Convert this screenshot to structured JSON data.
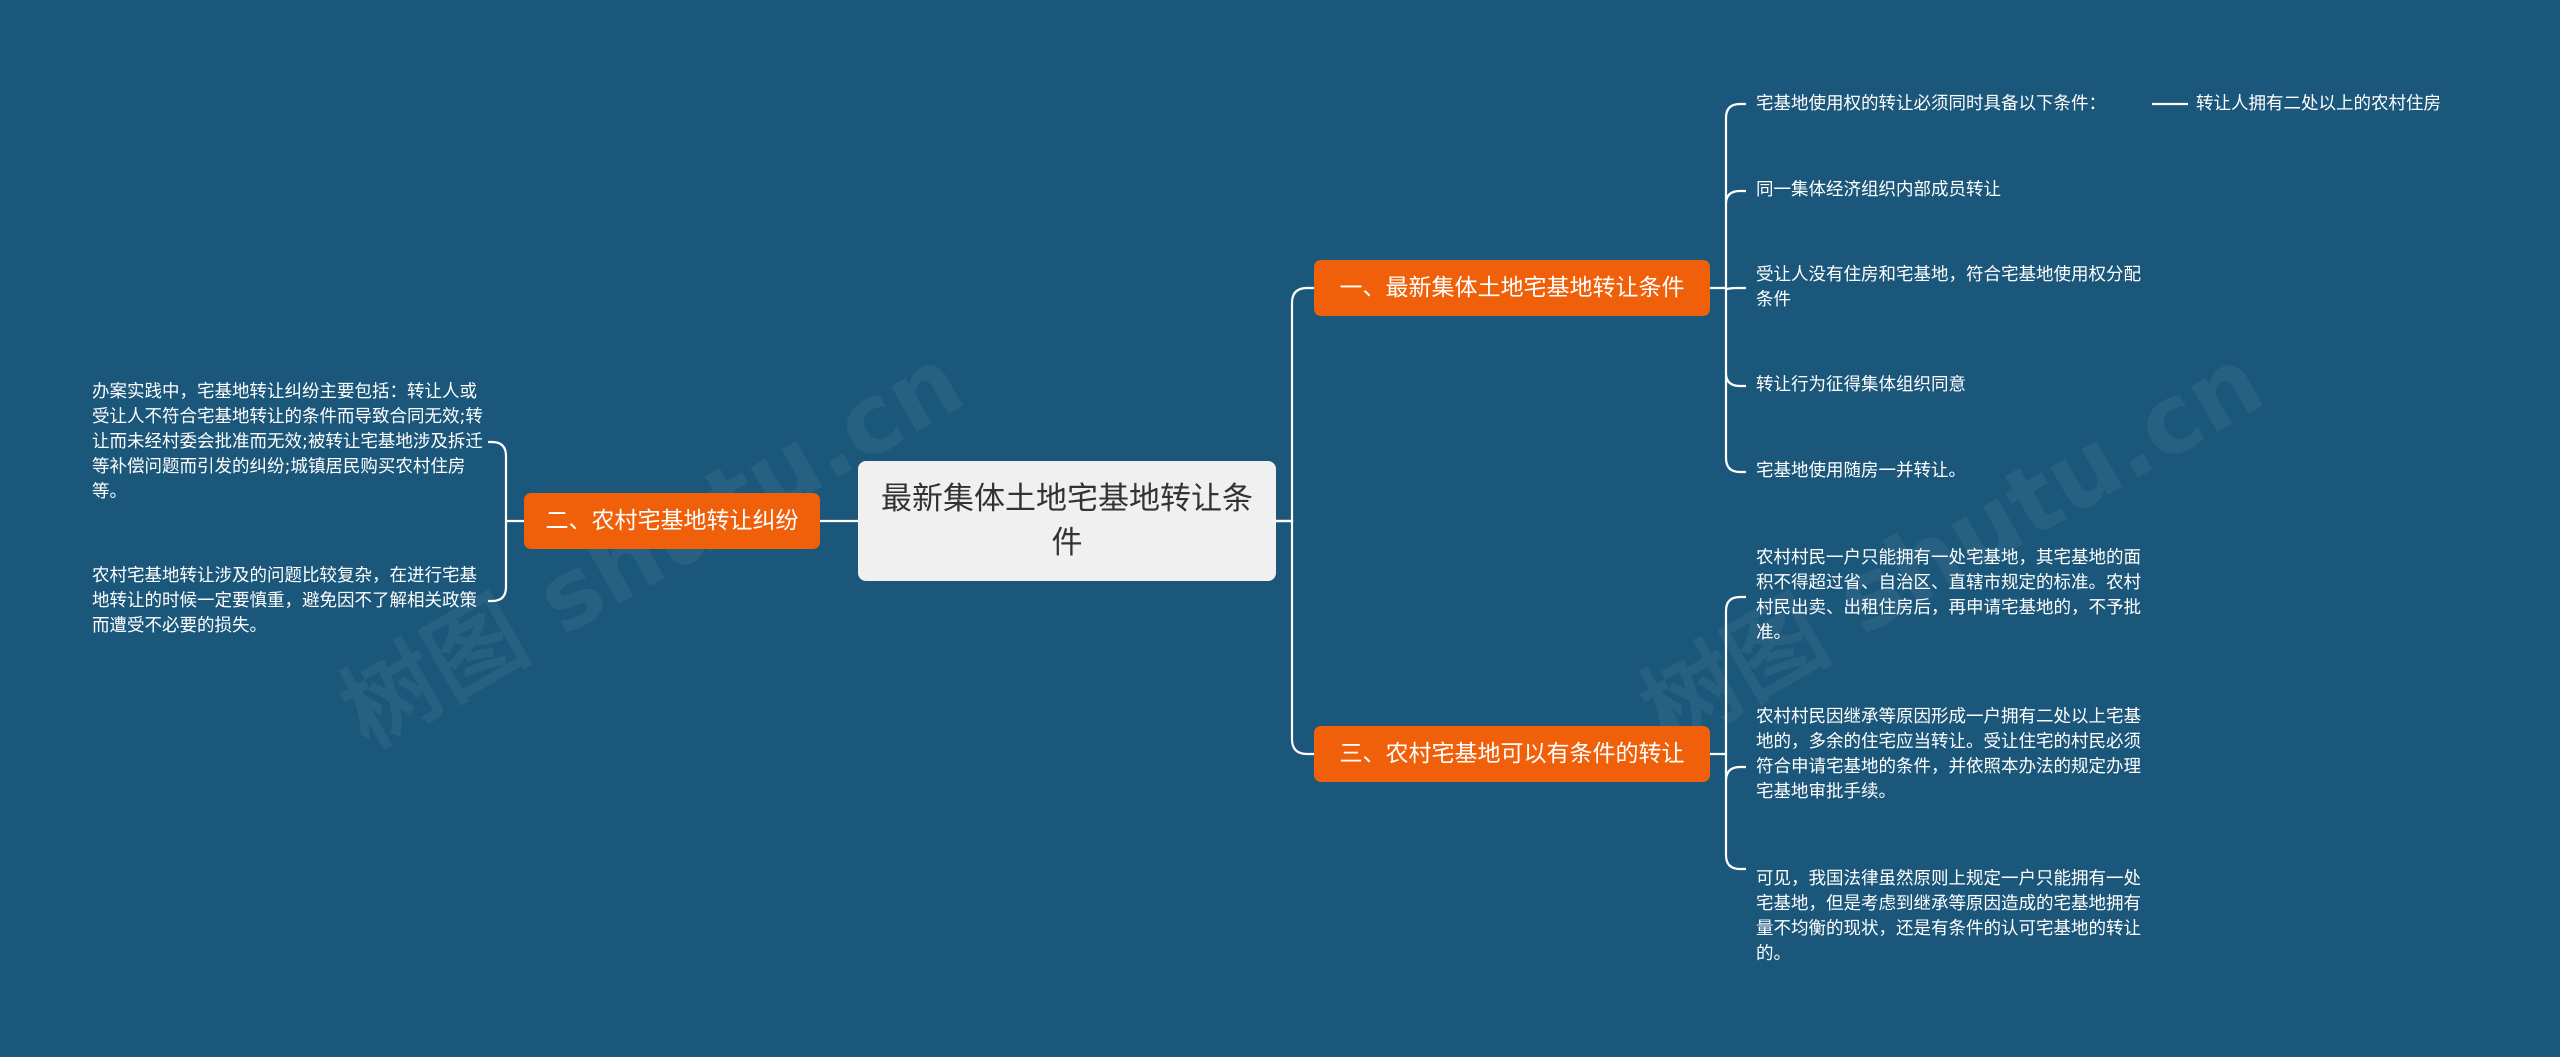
{
  "root": {
    "title": "最新集体土地宅基地转让条件"
  },
  "branches": [
    {
      "label": "一、最新集体土地宅基地转让条件",
      "leaves": [
        "宅基地使用权的转让必须同时具备以下条件：",
        "同一集体经济组织内部成员转让",
        "受让人没有住房和宅基地，符合宅基地使用权分配条件",
        "转让行为征得集体组织同意",
        "宅基地使用随房一并转让。"
      ],
      "subleaf": "转让人拥有二处以上的农村住房"
    },
    {
      "label": "二、农村宅基地转让纠纷",
      "leaves": [
        "办案实践中，宅基地转让纠纷主要包括：转让人或受让人不符合宅基地转让的条件而导致合同无效;转让而未经村委会批准而无效;被转让宅基地涉及拆迁等补偿问题而引发的纠纷;城镇居民购买农村住房等。",
        "农村宅基地转让涉及的问题比较复杂，在进行宅基地转让的时候一定要慎重，避免因不了解相关政策而遭受不必要的损失。"
      ]
    },
    {
      "label": "三、农村宅基地可以有条件的转让",
      "leaves": [
        "农村村民一户只能拥有一处宅基地，其宅基地的面积不得超过省、自治区、直辖市规定的标准。农村村民出卖、出租住房后，再申请宅基地的，不予批准。",
        "农村村民因继承等原因形成一户拥有二处以上宅基地的，多余的住宅应当转让。受让住宅的村民必须符合申请宅基地的条件，并依照本办法的规定办理宅基地审批手续。",
        "可见，我国法律虽然原则上规定一户只能拥有一处宅基地，但是考虑到继承等原因造成的宅基地拥有量不均衡的现状，还是有条件的认可宅基地的转让的。"
      ]
    }
  ],
  "watermark": "树图 shutu.cn",
  "colors": {
    "background": "#1b577a",
    "branch": "#f0600b",
    "root": "#f0f0f0",
    "line": "#ffffff"
  }
}
